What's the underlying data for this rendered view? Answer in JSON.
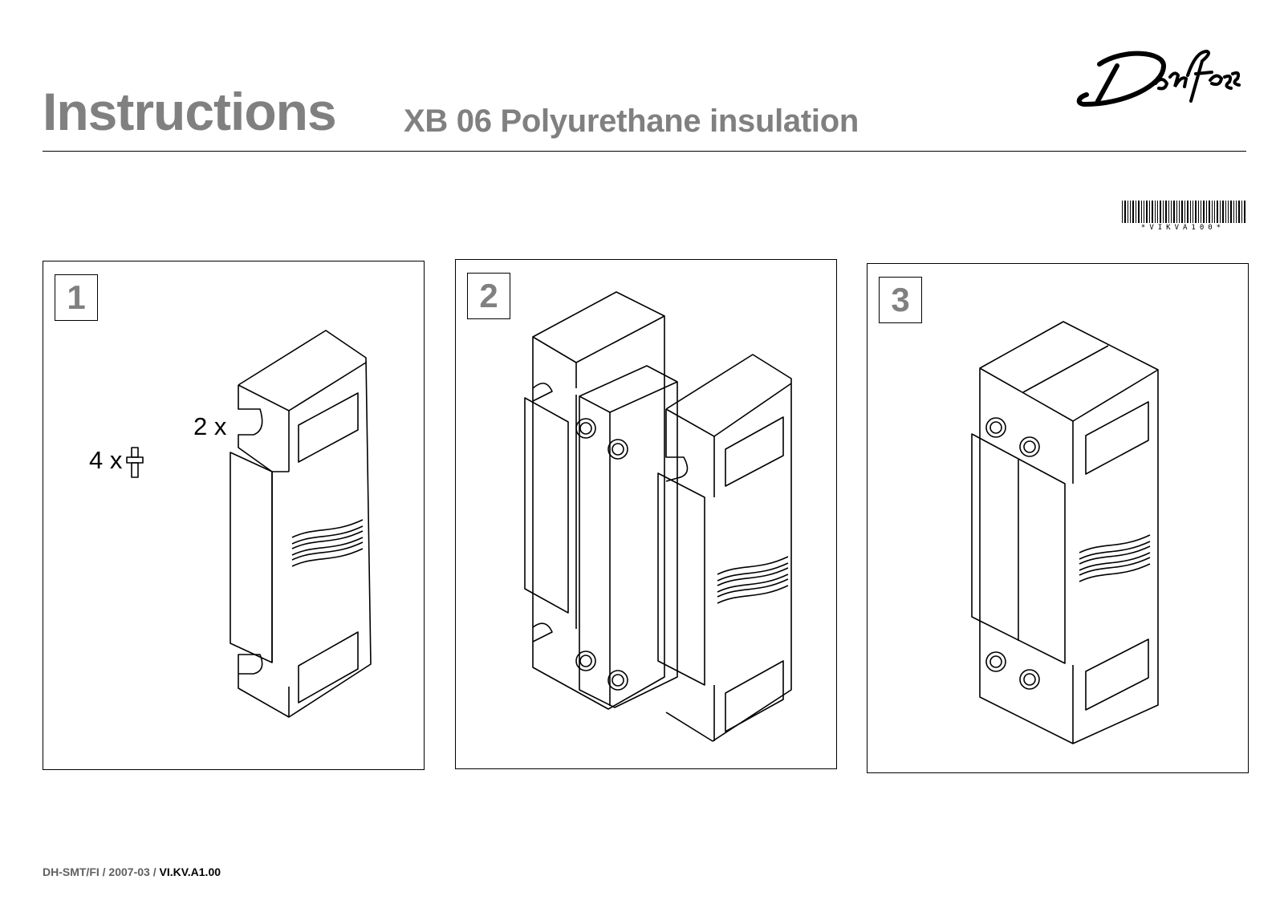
{
  "header": {
    "title": "Instructions",
    "subtitle": "XB 06 Polyurethane insulation",
    "brand": "Danfoss",
    "barcode_text": "*VIKVA100*"
  },
  "steps": [
    {
      "number": "1",
      "quantities": [
        "2 x",
        "4 x"
      ]
    },
    {
      "number": "2"
    },
    {
      "number": "3"
    }
  ],
  "footer": {
    "prefix": "DH-SMT/FI / 2007-03 /",
    "code": "VI.KV.A1.00"
  },
  "colors": {
    "title_gray": "#808080",
    "line": "#000000"
  }
}
